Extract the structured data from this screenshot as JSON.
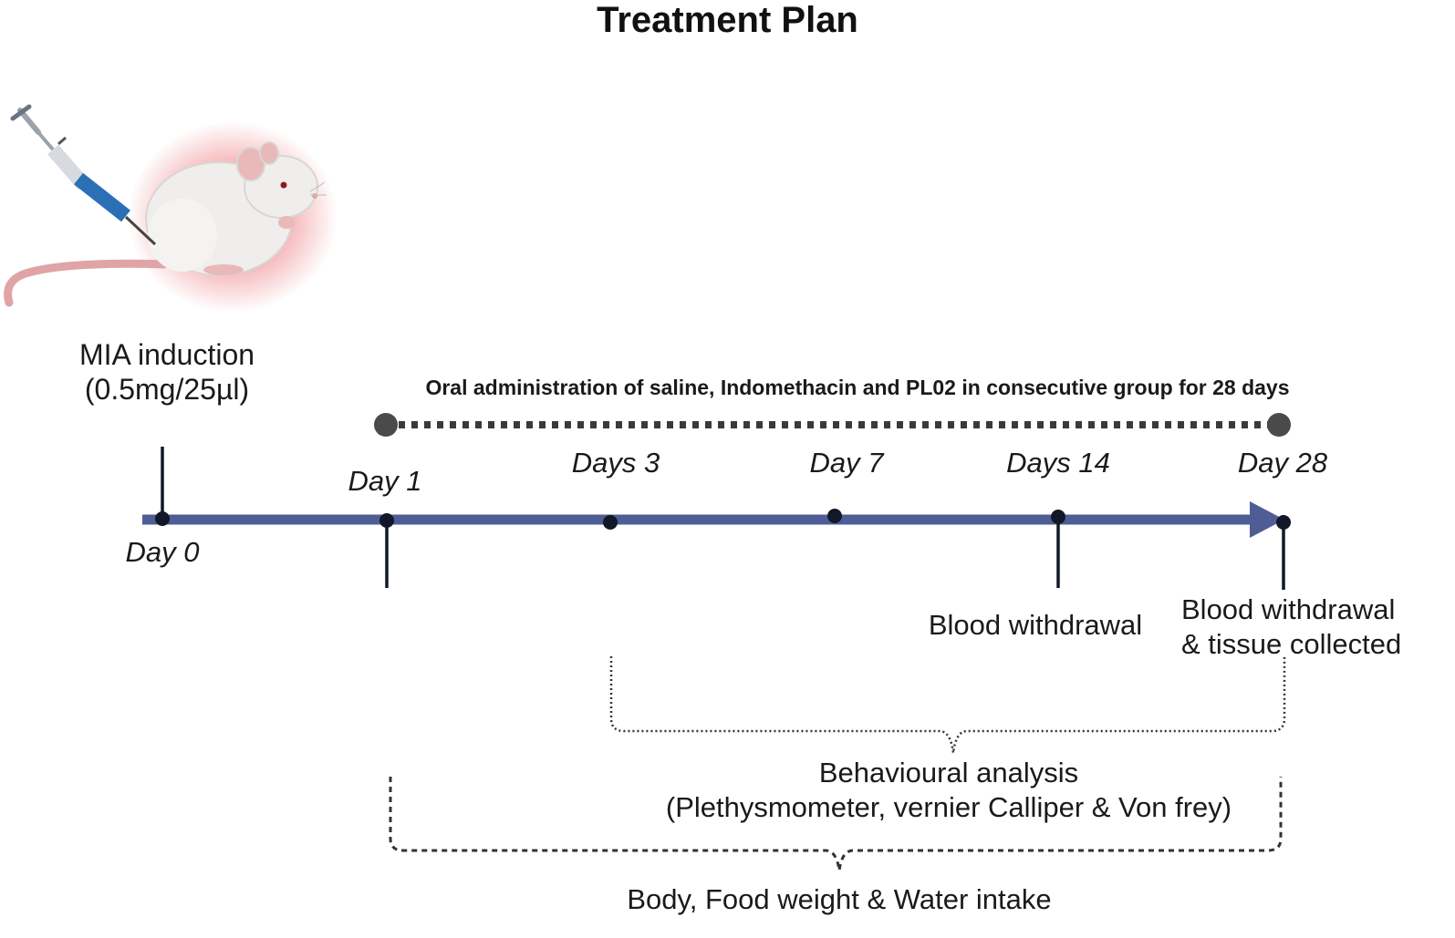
{
  "title": "Treatment Plan",
  "induction": {
    "label": "MIA induction",
    "dose": "(0.5mg/25µl)"
  },
  "oral_administration": "Oral administration of saline, Indomethacin and PL02 in consecutive group for 28 days",
  "timeline": {
    "days": [
      {
        "label": "Day 0",
        "day": 0
      },
      {
        "label": "Day 1",
        "day": 1
      },
      {
        "label": "Days 3",
        "day": 3
      },
      {
        "label": "Day 7",
        "day": 7
      },
      {
        "label": "Days 14",
        "day": 14
      },
      {
        "label": "Day 28",
        "day": 28
      }
    ]
  },
  "events": {
    "blood_withdrawal": "Blood withdrawal",
    "blood_tissue_line1": "Blood withdrawal",
    "blood_tissue_line2": "& tissue collected"
  },
  "behavioural": {
    "line1": "Behavioural analysis",
    "line2": "(Plethysmometer, vernier Calliper & Von frey)"
  },
  "body_food_water": "Body, Food weight & Water intake",
  "colors": {
    "timeline": "#4f5d96",
    "markers": "#111827",
    "dotted_line": "#3a3a3a",
    "grey_dots": "#4a4a4a",
    "glow": "#e2323a",
    "mouse": "#efeeec",
    "mouse_ears": "#e9b8b9",
    "tail": "#e0a4a6",
    "syringe_fluid": "#2b6fb5"
  },
  "icons": {
    "mouse": "mouse-icon",
    "syringe": "syringe-icon"
  }
}
